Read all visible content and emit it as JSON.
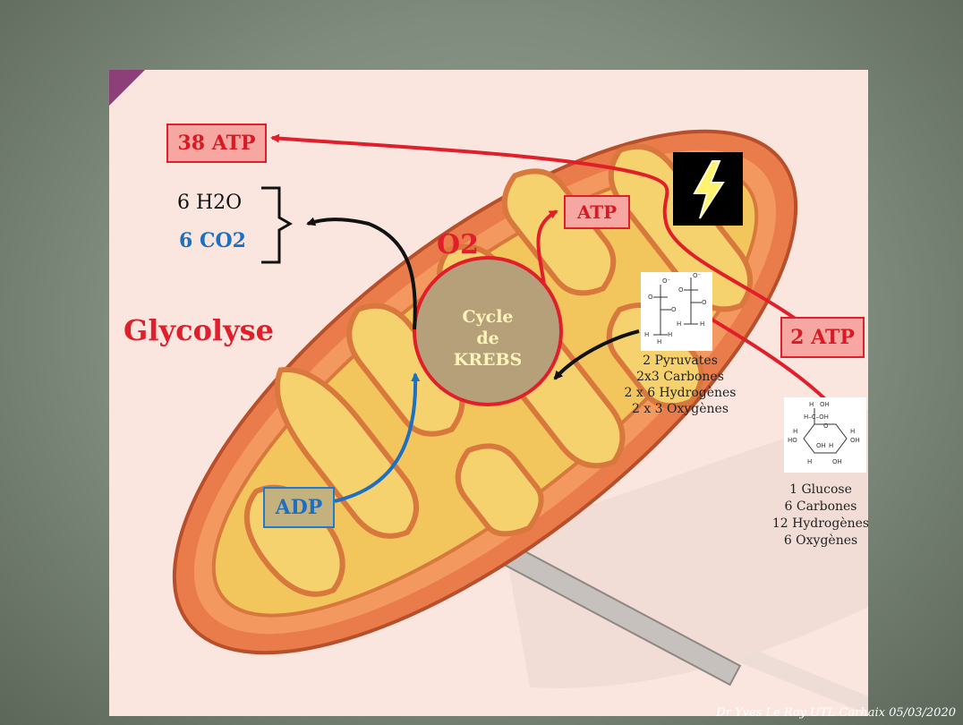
{
  "labels": {
    "atp_total": "38 ATP",
    "atp_krebs": "ATP",
    "atp_glycolysis": "2 ATP",
    "adp": "ADP",
    "water": "6 H2O",
    "co2": "6 CO2",
    "o2": "O2",
    "glycolyse": "Glycolyse",
    "krebs": [
      "Cycle",
      "de",
      "KREBS"
    ],
    "pyruvates": [
      "2 Pyruvates",
      "2x3 Carbones",
      "2 x 6 Hydrogènes",
      "2 x 3 Oxygènes"
    ],
    "glucose": [
      "1 Glucose",
      "6 Carbones",
      "12 Hydrogènes",
      "6 Oxygènes"
    ],
    "footer": "Dr Yves Le Roy UTL Carhaix 05/03/2020"
  },
  "colors": {
    "red": "#e01f2b",
    "blue": "#1f6fc0",
    "black": "#111111",
    "mito_outer": "#ea7b4a",
    "mito_inner": "#f3c55d"
  },
  "icons": {
    "energy": "lightning-icon"
  }
}
